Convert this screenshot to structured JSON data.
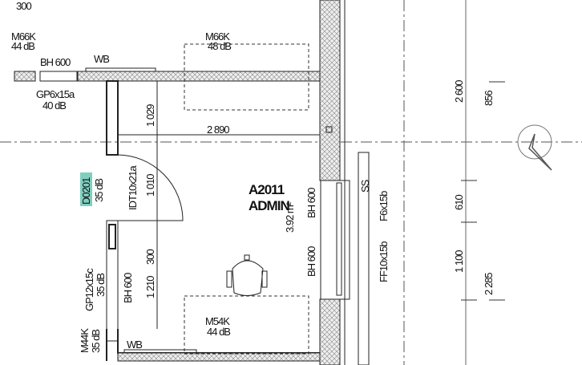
{
  "drawing": {
    "labels": {
      "dim_top_left": "300",
      "wall_type_1": "M66K",
      "wall_type_1_db": "44 dB",
      "bh_top": "BH 600",
      "wb_top": "WB",
      "wall_type_2": "M66K",
      "wall_type_2_db": "48 dB",
      "glass_partition_1": "GP6x15a",
      "glass_partition_1_db": "40 dB",
      "dim_1029": "1 029",
      "dim_2890": "2 890",
      "door_tag": "D0201",
      "door_db": "35 dB",
      "door_type": "IDT10x21a",
      "dim_1010": "1 010",
      "room_number": "A2011",
      "room_name": "ADMIN",
      "room_area": "3.92 m²",
      "bh_right_1": "BH 600",
      "bh_right_2": "BH 600",
      "dim_300": "300",
      "dim_1210": "1 210",
      "glass_partition_2": "GP12x15c",
      "glass_partition_2_db": "35 dB",
      "bh_left": "BH 600",
      "wall_type_3": "M54K",
      "wall_type_3_db": "44 dB",
      "wall_type_4": "M44K",
      "wall_type_4_db": "35 dB",
      "wb_bottom": "WB",
      "ss": "SS",
      "window_1": "F6x15b",
      "window_2": "FF10x15b",
      "dim_2600": "2 600",
      "dim_856": "856",
      "dim_610": "610",
      "dim_1100": "1 100",
      "dim_2285": "2 285"
    },
    "colors": {
      "highlight": "#7fcfc0",
      "line": "#222222"
    },
    "icons": [
      "north-arrow-icon",
      "office-chair-icon"
    ]
  }
}
